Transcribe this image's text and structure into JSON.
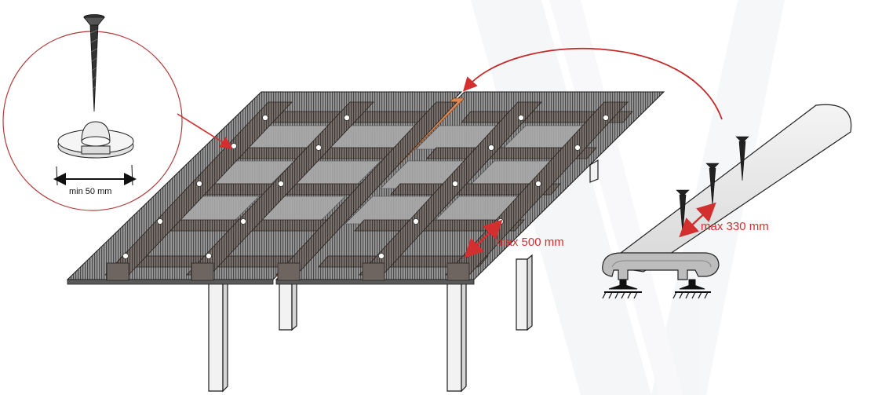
{
  "labels": {
    "washer_min": "min 50 mm",
    "fixing_spacing": "max 500 mm",
    "profile_spacing": "max 330 mm"
  },
  "colors": {
    "accent": "#d32f2f",
    "sheet": "#8c8c8c",
    "batten": "#7a6a60",
    "post": "#f2f2f2",
    "outline": "#1a1a1a",
    "joint": "#d98a55"
  },
  "icons": {
    "screw": "screw-icon",
    "washer": "washer-icon",
    "arrow": "curved-arrow-icon"
  }
}
